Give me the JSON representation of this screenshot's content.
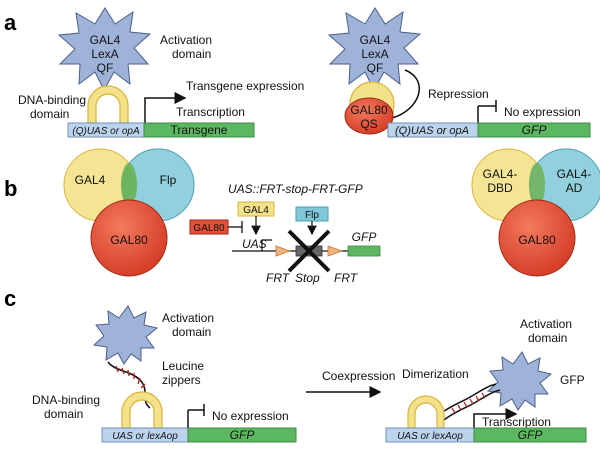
{
  "panels": {
    "a": "a",
    "b": "b",
    "c": "c"
  },
  "panel_a_left": {
    "activator_lines": [
      "GAL4",
      "LexA",
      "QF"
    ],
    "activation_domain_lines": [
      "Activation",
      "domain"
    ],
    "dna_binding_lines": [
      "DNA-binding",
      "domain"
    ],
    "transcription": "Transcription",
    "transgene_expression": "Transgene expression",
    "site_label": "(Q)UAS or opA",
    "gene_label": "Transgene"
  },
  "panel_a_right": {
    "activator_lines": [
      "GAL4",
      "LexA",
      "QF"
    ],
    "repressor_lines": [
      "GAL80",
      "QS"
    ],
    "repression": "Repression",
    "no_expression": "No expression",
    "site_label": "(Q)UAS or opA",
    "gene_label": "GFP"
  },
  "panel_b": {
    "venn_left": {
      "gal4": "GAL4",
      "flp": "Flp",
      "gal80": "GAL80"
    },
    "construct_title": "UAS::FRT-stop-FRT-GFP",
    "gal80_box": "GAL80",
    "gal4_box": "GAL4",
    "flp_box": "Flp",
    "uas": "UAS",
    "gfp": "GFP",
    "frt_left": "FRT",
    "stop": "Stop",
    "frt_right": "FRT",
    "venn_right": {
      "dbd_lines": [
        "GAL4-",
        "DBD"
      ],
      "ad_lines": [
        "GAL4-",
        "AD"
      ],
      "gal80": "GAL80"
    }
  },
  "panel_c_left": {
    "activation_domain_lines": [
      "Activation",
      "domain"
    ],
    "leucine_lines": [
      "Leucine",
      "zippers"
    ],
    "dna_binding_lines": [
      "DNA-binding",
      "domain"
    ],
    "no_expression": "No expression",
    "site_label": "UAS or lexAop",
    "gene_label": "GFP"
  },
  "panel_c_middle": {
    "coexpression": "Coexpression"
  },
  "panel_c_right": {
    "activation_domain_lines": [
      "Activation",
      "domain"
    ],
    "dimerization": "Dimerization",
    "gfp_side": "GFP",
    "transcription": "Transcription",
    "site_label": "UAS or lexAop",
    "gene_label": "GFP"
  },
  "colors": {
    "star": "#9fb3d9",
    "yellow": "#f3e28a",
    "yellow_edge": "#d9b43a",
    "teal": "#7fc8d8",
    "red": "#e4513a",
    "green": "#5cb860",
    "blue_box": "#bcd3ec",
    "zipper": "#b52a2a"
  }
}
